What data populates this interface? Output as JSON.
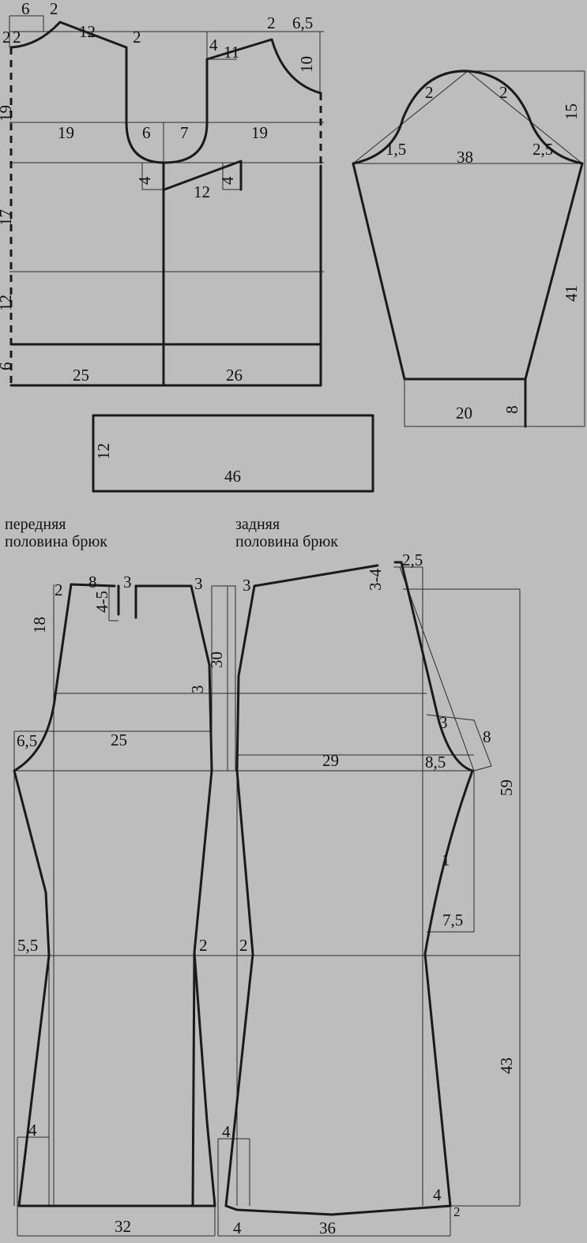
{
  "colors": {
    "background": "#bdbdbd",
    "ink": "#1a1a1a"
  },
  "bodice": {
    "shoulder_width_left": "6",
    "neck_rise_left": "2",
    "neck_drop_left": "2",
    "neck_drop_left_b": "2",
    "shoulder_len_left": "12",
    "shoulder_slope_center": "2",
    "neck_rise_right": "2",
    "shoulder_width_right": "6,5",
    "shoulder_slope_right": "4",
    "shoulder_len_right": "11",
    "armhole_depth_right": "10",
    "armhole_depth_left": "19",
    "chest_left": "19",
    "chest_right": "19",
    "neck_left": "6",
    "neck_right": "7",
    "dart_height_left": "4",
    "dart_height_right": "4",
    "dart_len": "12",
    "waist_depth": "17",
    "hip_depth": "12",
    "hem_depth": "6",
    "hem_left": "25",
    "hem_right": "26"
  },
  "sleeve": {
    "cap_left": "2",
    "cap_right": "2",
    "cap_height": "15",
    "cap_in_left": "1,5",
    "width": "38",
    "cap_in_right": "2,5",
    "length": "41",
    "cuff_width": "20",
    "cuff_height": "8"
  },
  "waistband": {
    "height": "12",
    "length": "46"
  },
  "front_trousers": {
    "title_line1": "передняя",
    "title_line2": "половина брюк",
    "waist_left": "2",
    "waist_len": "8",
    "dart_depth": "4-5",
    "dart_offset": "3",
    "waist_right": "3",
    "rise": "18",
    "side_in": "3",
    "crotch_height": "30",
    "crotch_ext": "6,5",
    "hip_width": "25",
    "knee_left": "5,5",
    "knee_right": "2",
    "hem_offset": "4",
    "hem_width": "32"
  },
  "back_trousers": {
    "title_line1": "задняя",
    "title_line2": "половина брюк",
    "side_top": "3",
    "waist_rise": "3-4",
    "waist_ext": "2,5",
    "seat_in": "3",
    "seat_dart": "8",
    "hip_width": "29",
    "crotch_ext": "8,5",
    "inseam_curve": "1",
    "knee_ext": "7,5",
    "knee_left": "2",
    "length_top": "59",
    "length_bottom": "43",
    "hem_left": "4",
    "hem_right": "4",
    "hem_drop": "2",
    "hem_width_left": "4",
    "hem_width": "36"
  }
}
